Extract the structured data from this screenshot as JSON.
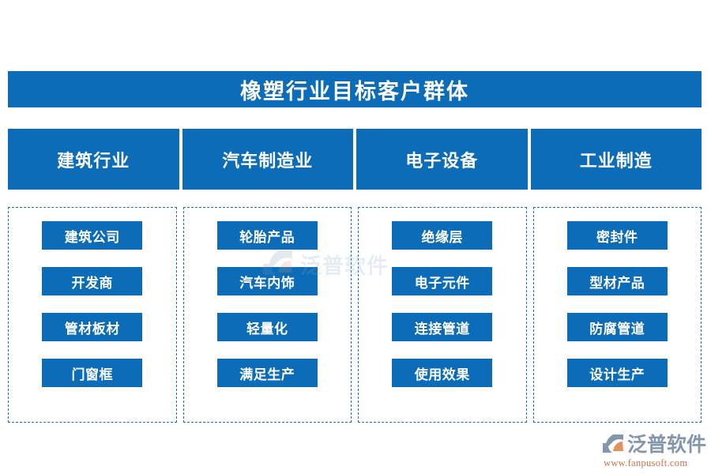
{
  "title": {
    "text": "橡塑行业目标客户群体"
  },
  "categories": [
    {
      "header": "建筑行业",
      "items": [
        "建筑公司",
        "开发商",
        "管材板材",
        "门窗框"
      ]
    },
    {
      "header": "汽车制造业",
      "items": [
        "轮胎产品",
        "汽车内饰",
        "轻量化",
        "满足生产"
      ]
    },
    {
      "header": "电子设备",
      "items": [
        "绝缘层",
        "电子元件",
        "连接管道",
        "使用效果"
      ]
    },
    {
      "header": "工业制造",
      "items": [
        "密封件",
        "型材产品",
        "防腐管道",
        "设计生产"
      ]
    }
  ],
  "watermark": {
    "text": "泛普软件"
  },
  "logo": {
    "name": "泛普软件",
    "url": "www.fanpusoft.com"
  },
  "colors": {
    "primary_blue": "#0c6cb8",
    "dashed_border": "#1a6fb5",
    "background": "#ffffff",
    "logo_gray": "#8496ad",
    "logo_orange": "#d3714a"
  }
}
